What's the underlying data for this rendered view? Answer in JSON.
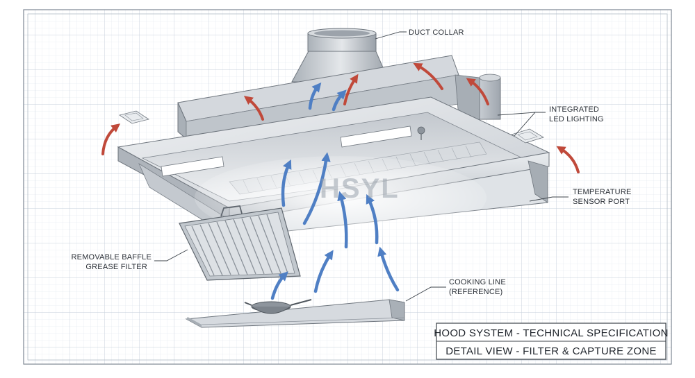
{
  "watermark": "HSYL",
  "labels": {
    "duct_collar": "DUCT COLLAR",
    "led_line1": "INTEGRATED",
    "led_line2": "LED LIGHTING",
    "sensor_line1": "TEMPERATURE",
    "sensor_line2": "SENSOR PORT",
    "filter_line1": "REMOVABLE BAFFLE",
    "filter_line2": "GREASE FILTER",
    "cooking_line1": "COOKING LINE",
    "cooking_line2": "(REFERENCE)"
  },
  "title_block": {
    "line1": "HOOD SYSTEM - TECHNICAL SPECIFICATION",
    "line2": "DETAIL VIEW - FILTER & CAPTURE ZONE"
  },
  "colors": {
    "grid": "#cfd8e2",
    "steel_light": "#dfe3e7",
    "steel_mid": "#b9bfc6",
    "steel_dark": "#8c939b",
    "exhaust_arrow": "#c0493a",
    "intake_arrow": "#4f7fc4"
  }
}
